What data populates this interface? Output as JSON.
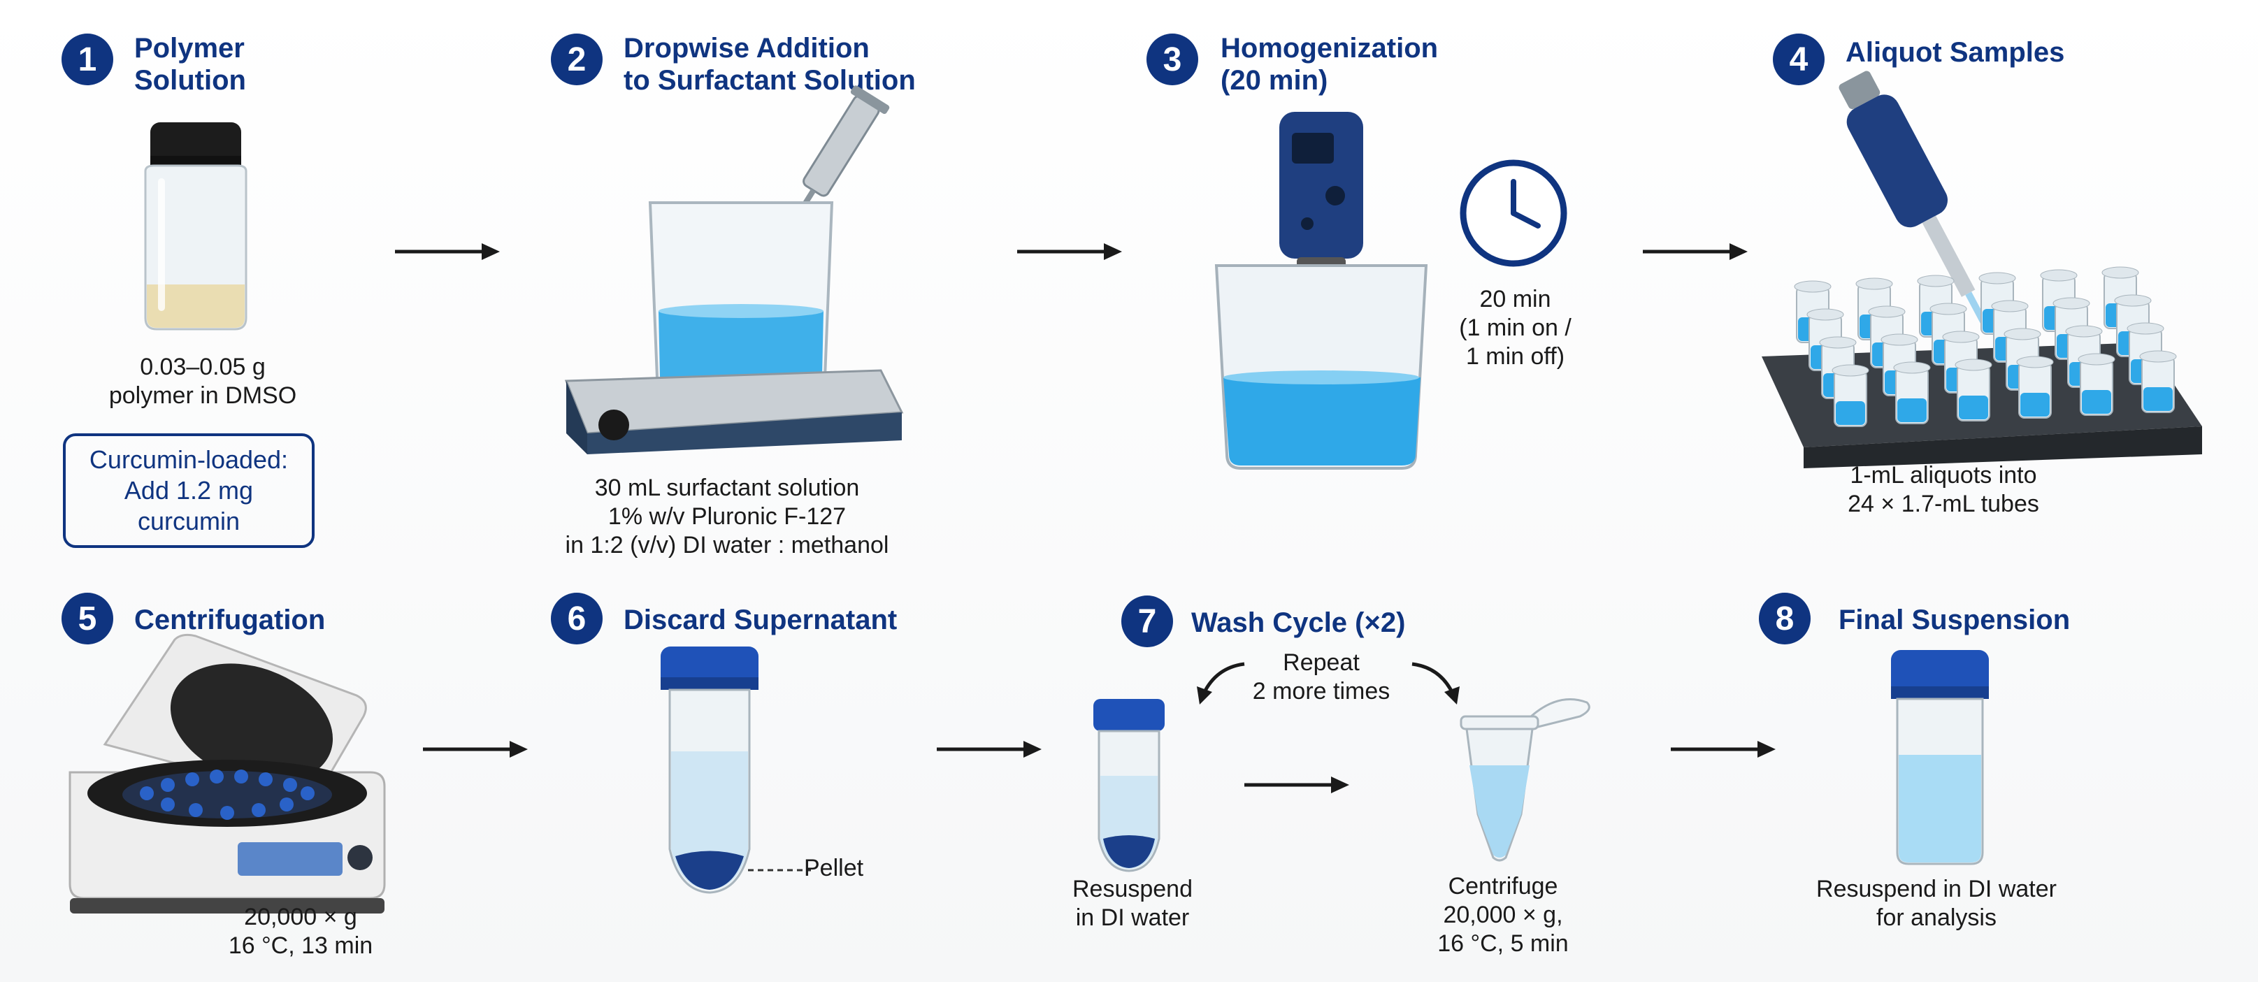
{
  "colors": {
    "accent": "#0f3480",
    "liquid_blue": "#2fa8e8",
    "arrow": "#1a1a1a"
  },
  "steps": [
    {
      "number": "1",
      "title": "Polymer\nSolution",
      "caption": "0.03–0.05 g\npolymer in DMSO",
      "callout": "Curcumin-loaded:\nAdd 1.2 mg\ncurcumin",
      "icon": "vial-icon"
    },
    {
      "number": "2",
      "title": "Dropwise Addition\nto Surfactant Solution",
      "caption": "30 mL surfactant solution\n1% w/v Pluronic F-127\nin 1:2 (v/v) DI water : methanol",
      "icon": "stir-plate-beaker-icon"
    },
    {
      "number": "3",
      "title": "Homogenization\n(20 min)",
      "caption": "20 min\n(1 min on /\n1 min off)",
      "icon": "homogenizer-icon"
    },
    {
      "number": "4",
      "title": "Aliquot Samples",
      "caption": "1-mL aliquots into\n24 × 1.7-mL tubes",
      "icon": "pipette-tube-rack-icon"
    },
    {
      "number": "5",
      "title": "Centrifugation",
      "caption": "20,000 × g\n16 °C, 13 min",
      "icon": "centrifuge-icon"
    },
    {
      "number": "6",
      "title": "Discard Supernatant",
      "caption": "Pellet",
      "icon": "conical-tube-pellet-icon"
    },
    {
      "number": "7",
      "title": "Wash Cycle (×2)",
      "repeat": "Repeat\n2 more times",
      "resuspend": "Resuspend\nin DI water",
      "centrifuge": "Centrifuge\n20,000 × g,\n16 °C, 5 min",
      "icon": "wash-cycle-icon"
    },
    {
      "number": "8",
      "title": "Final Suspension",
      "caption": "Resuspend in DI water\nfor analysis",
      "icon": "final-vial-icon"
    }
  ]
}
